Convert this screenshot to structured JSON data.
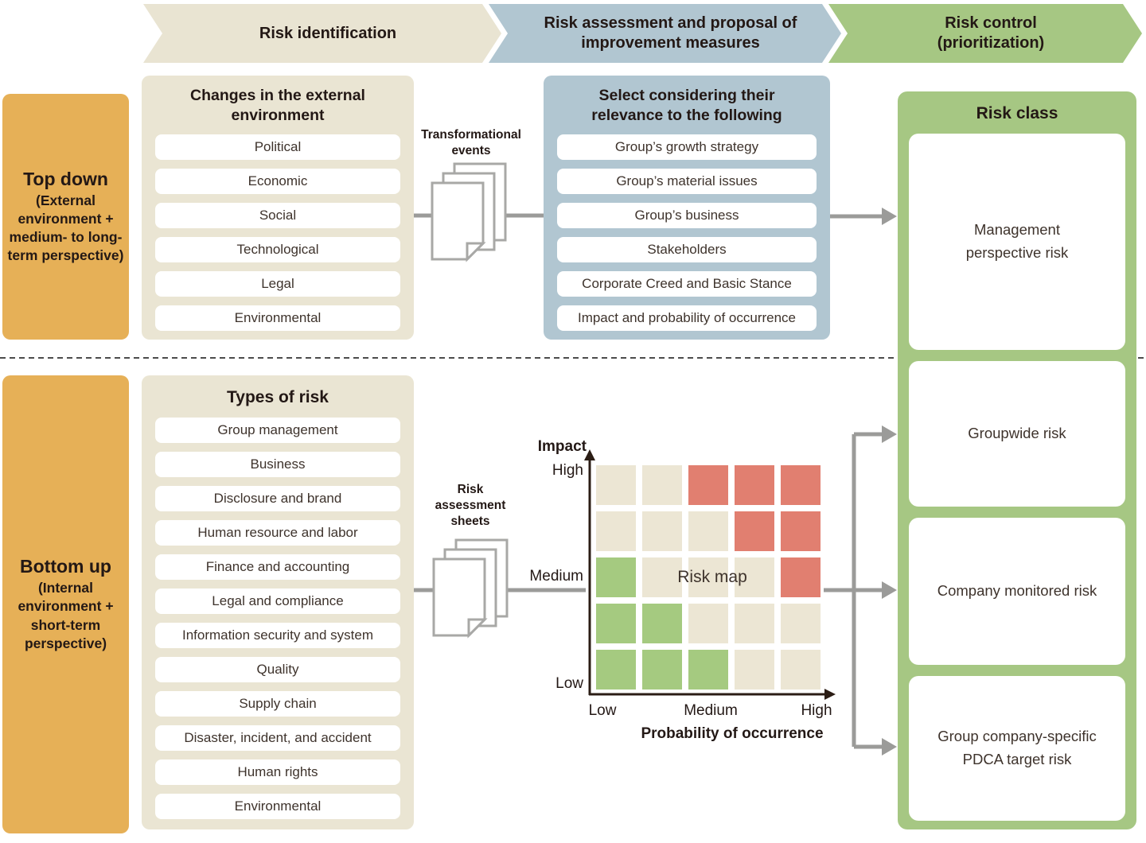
{
  "header": {
    "steps": [
      {
        "label": "Risk identification",
        "color": "#e9e4d2"
      },
      {
        "label": "Risk assessment and proposal of improvement measures",
        "color": "#b1c6d1"
      },
      {
        "label": "Risk control (prioritization)",
        "color": "#a6c783"
      }
    ]
  },
  "top_row": {
    "side_label": {
      "title": "Top down",
      "subtitle": "(External environment + medium- to long-term perspective)"
    },
    "external_changes": {
      "title": "Changes in the external environment",
      "items": [
        "Political",
        "Economic",
        "Social",
        "Technological",
        "Legal",
        "Environmental"
      ]
    },
    "transformational_events_label": "Transformational events",
    "selection": {
      "title": "Select considering their relevance to the following",
      "items": [
        "Group’s growth strategy",
        "Group’s material issues",
        "Group’s business",
        "Stakeholders",
        "Corporate Creed and Basic Stance",
        "Impact and probability of occurrence"
      ]
    }
  },
  "bottom_row": {
    "side_label": {
      "title": "Bottom up",
      "subtitle": "(Internal environment + short-term perspective)"
    },
    "risk_types": {
      "title": "Types of risk",
      "items": [
        "Group management",
        "Business",
        "Disclosure and brand",
        "Human resource and labor",
        "Finance and accounting",
        "Legal and compliance",
        "Information security and system",
        "Quality",
        "Supply chain",
        "Disaster, incident, and accident",
        "Human rights",
        "Environmental"
      ]
    },
    "risk_sheets_label": "Risk assessment sheets"
  },
  "risk_class": {
    "title": "Risk class",
    "classes": [
      "Management perspective risk",
      "Groupwide risk",
      "Company monitored risk",
      "Group company-specific PDCA target risk"
    ]
  },
  "risk_map": {
    "title": "Risk map",
    "y_axis": {
      "label": "Impact",
      "ticks": [
        "High",
        "Medium",
        "Low"
      ]
    },
    "x_axis": {
      "label": "Probability of occurrence",
      "ticks": [
        "Low",
        "Medium",
        "High"
      ]
    },
    "cells": [
      [
        "beige",
        "beige",
        "red",
        "red",
        "red"
      ],
      [
        "beige",
        "beige",
        "beige",
        "red",
        "red"
      ],
      [
        "green",
        "beige",
        "beige",
        "beige",
        "red"
      ],
      [
        "green",
        "green",
        "beige",
        "beige",
        "beige"
      ],
      [
        "green",
        "green",
        "green",
        "beige",
        "beige"
      ]
    ],
    "cell_colors": {
      "beige": "#ece6d4",
      "red": "#e17f70",
      "green": "#a5ca80"
    }
  },
  "colors": {
    "side_orange": "#e6b057",
    "panel_beige": "#eae5d3",
    "panel_blue": "#b1c6d1",
    "panel_green": "#a6c783",
    "text_dark": "#231815",
    "connector_gray": "#9b9b99"
  }
}
